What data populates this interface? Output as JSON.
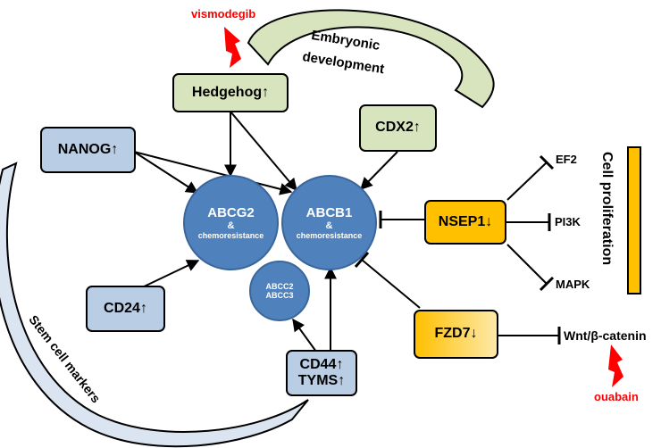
{
  "nodes": {
    "hedgehog": "Hedgehog↑",
    "cdx2": "CDX2↑",
    "nanog": "NANOG↑",
    "cd24": "CD24↑",
    "cd44": "CD44↑",
    "tyms": "TYMS↑",
    "nsep1": "NSEP1↓",
    "fzd7": "FZD7↓"
  },
  "circles": {
    "abcg2": {
      "title": "ABCG2",
      "amp": "&",
      "sub": "chemoresistance"
    },
    "abcb1": {
      "title": "ABCB1",
      "amp": "&",
      "sub": "chemoresistance"
    },
    "abcc": {
      "line1": "ABCC2",
      "line2": "ABCC3"
    }
  },
  "targets": {
    "ef2": "EF2",
    "pi3k": "PI3K",
    "mapk": "MAPK",
    "wnt": "Wnt/β-catenin"
  },
  "drugs": {
    "vismodegib": "vismodegib",
    "ouabain": "ouabain"
  },
  "arc_labels": {
    "embryonic_line1": "Embryonic",
    "embryonic_line2": "development",
    "stem_cell": "Stem cell markers"
  },
  "side_label": "Cell proliferation",
  "colors": {
    "green_box": "#d7e4bd",
    "blue_box": "#b9cde5",
    "orange_box": "#ffc000",
    "circle_fill": "#4f81bd",
    "drug_red": "#ff0000"
  }
}
